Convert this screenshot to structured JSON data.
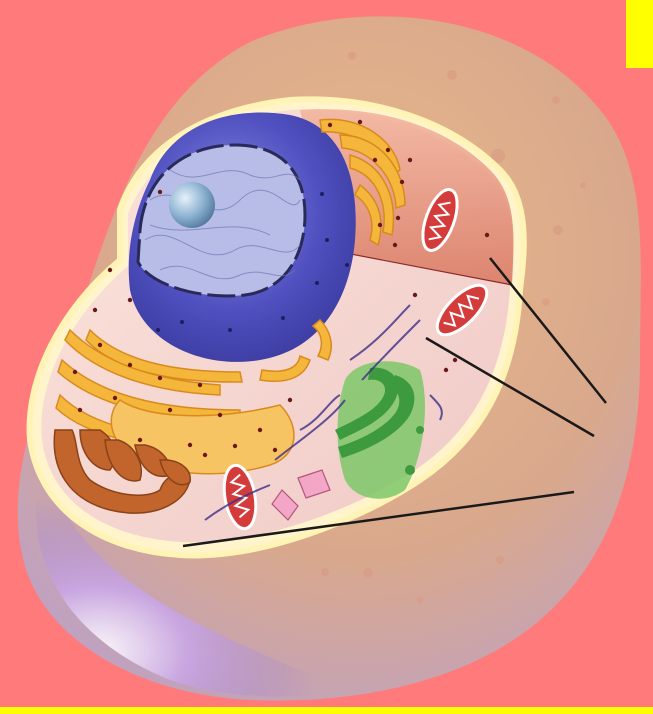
{
  "scene": {
    "background_color": "#ff7a7a",
    "accent_color": "#ffff00",
    "subject": "cross-section-of-animal-cell",
    "organelles": [
      "nucleus",
      "nucleolus",
      "rough-endoplasmic-reticulum",
      "smooth-endoplasmic-reticulum",
      "mitochondrion",
      "golgi-apparatus",
      "centrioles",
      "cell-membrane",
      "cytoplasm"
    ]
  }
}
